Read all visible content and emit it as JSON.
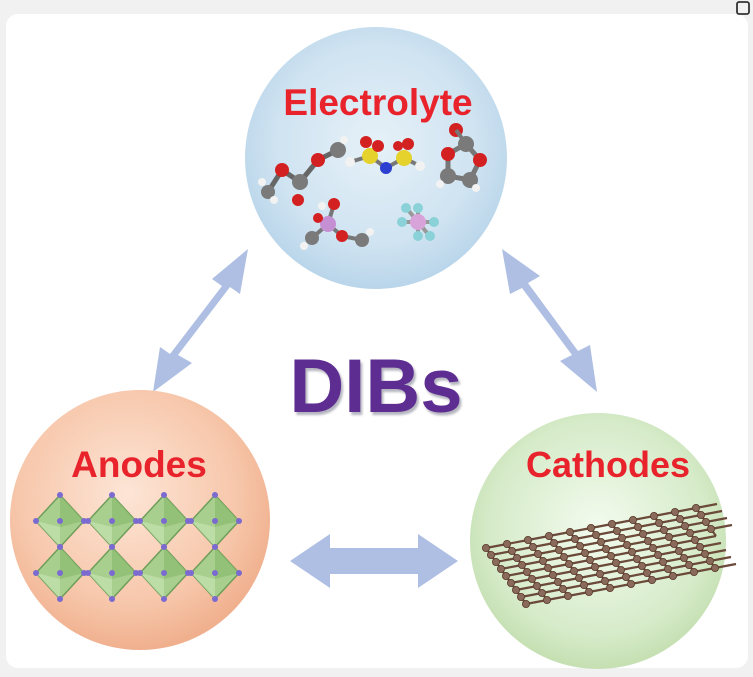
{
  "diagram": {
    "center_title": "DIBs",
    "nodes": {
      "electrolyte": {
        "label": "Electrolyte"
      },
      "anodes": {
        "label": "Anodes"
      },
      "cathodes": {
        "label": "Cathodes"
      }
    }
  },
  "colors": {
    "label_red": "#e8232b",
    "title_purple": "#5e2d91",
    "arrow_blue": "#aebfe3",
    "electrolyte_fill": "#cfe3f1",
    "anodes_fill": "#f6c2a4",
    "cathodes_fill": "#cfe6bf"
  },
  "icons": {
    "corner": "open-in-new-icon"
  }
}
